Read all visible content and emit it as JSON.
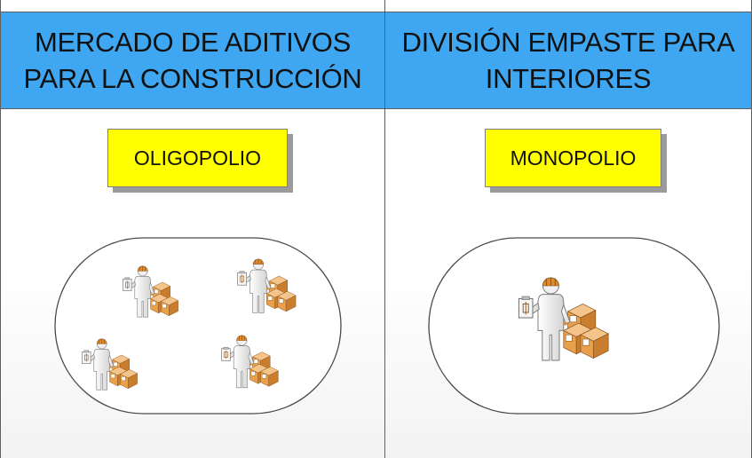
{
  "columns": [
    {
      "header": "MERCADO DE ADITIVOS\nPARA LA CONSTRUCCIÓN",
      "label": "OLIGOPOLIO",
      "sellers": 4
    },
    {
      "header": "DIVISIÓN EMPASTE PARA\nINTERIORES",
      "label": "MONOPOLIO",
      "sellers": 1
    }
  ],
  "colors": {
    "header_bg": "#3fa7f1",
    "label_bg": "#ffff00",
    "box": "#e8a04a",
    "head_accent": "#e08a2c"
  },
  "icons": [
    "seller-with-boxes-icon"
  ]
}
